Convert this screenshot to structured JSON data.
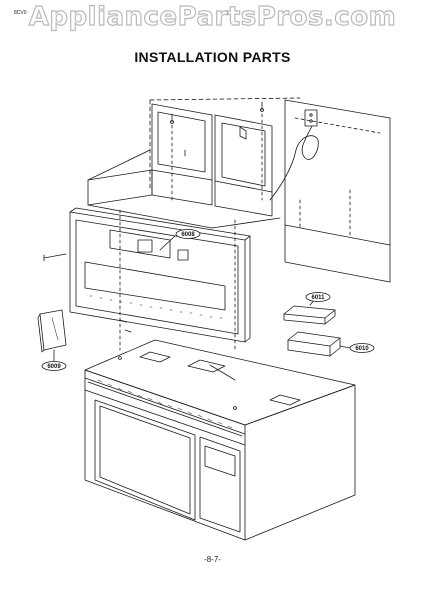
{
  "watermark": "AppliancePartsPros.com",
  "page_code": "8CV0",
  "title": "INSTALLATION PARTS",
  "parts": {
    "p6008": "6008",
    "p6009": "6009",
    "p6010": "6010",
    "p6011": "6011"
  },
  "page_number": "-8-7-",
  "colors": {
    "line": "#1a1a1a",
    "watermark_outline": "#b9b9b9",
    "background": "#ffffff"
  }
}
